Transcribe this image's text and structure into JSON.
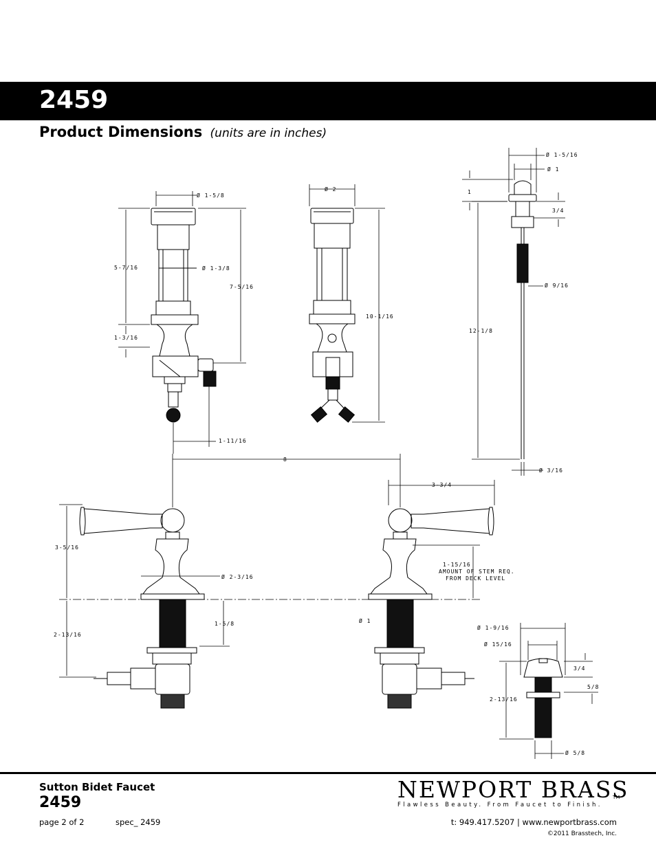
{
  "header": {
    "model_number": "2459",
    "section_title": "Product Dimensions",
    "units_note": "(units are in inches)"
  },
  "dimensions": {
    "left_body_dia": "Ø 1-5/8",
    "left_inner_dia": "Ø 1-3/8",
    "left_height_upper": "5-7/16",
    "left_height_total": "7-5/16",
    "left_height_lower": "1-3/16",
    "left_outlet_offset": "1-11/16",
    "center_dia": "Ø 2",
    "center_height": "10-1/16",
    "rod_cap_dia": "Ø 1-5/16",
    "rod_knob_dia": "Ø 1",
    "rod_top": "1",
    "rod_flange": "3/4",
    "rod_thread_dia": "Ø 9/16",
    "rod_length": "12-1/8",
    "rod_tip_dia": "Ø 3/16",
    "handle_spacing": "8",
    "handle_reach": "3-3/4",
    "handle_height": "3-5/16",
    "escutcheon_dia": "Ø 2-3/16",
    "below_deck": "2-13/16",
    "shank_length": "1-5/8",
    "stem_req": "1-15/16",
    "stem_req_note_1": "AMOUNT OF STEM REQ.",
    "stem_req_note_2": "FROM DECK LEVEL",
    "shank_dia": "Ø 1",
    "nipple_flange_dia": "Ø 1-9/16",
    "nipple_dia": "Ø 15/16",
    "nipple_height": "3/4",
    "nipple_base": "5/8",
    "nipple_below": "2-13/16",
    "nipple_shank_dia": "Ø 5/8"
  },
  "footer": {
    "product_name": "Sutton Bidet Faucet",
    "product_number": "2459",
    "page": "page 2 of 2",
    "spec": "spec_ 2459",
    "contact": "t: 949.417.5207 | www.newportbrass.com",
    "copyright": "©2011 Brasstech, Inc.",
    "brand_wordmark": "NEWPORT BRASS",
    "brand_tagline": "Flawless Beauty. From Faucet to Finish.",
    "brand_tm": "TM"
  }
}
